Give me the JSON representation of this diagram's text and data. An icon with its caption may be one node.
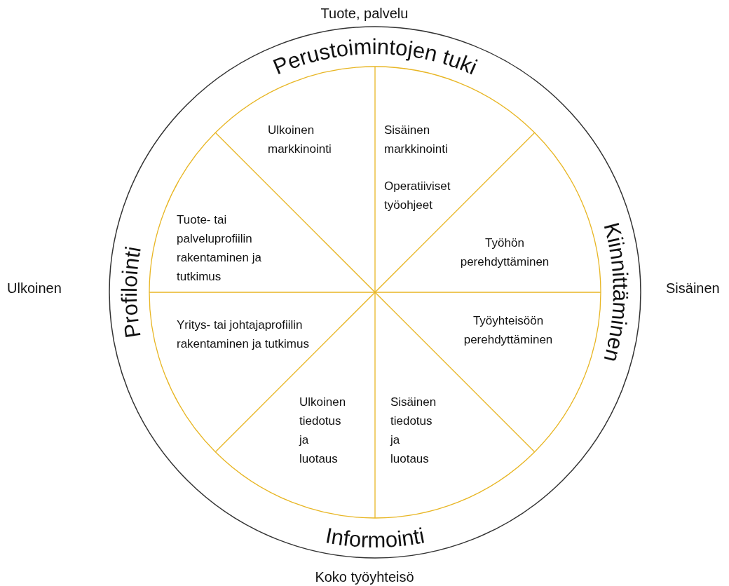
{
  "diagram": {
    "nodes": [
      {
        "text": [
          "Perustoimintojen tuki",
          "Kiinnittäminen",
          "Informointi",
          "Profilointi"
        ]
      },
      {
        "text": [
          "Ulkoinen markkinointi"
        ],
        "in": 0
      },
      {
        "text": [
          "Sisäinen markkinointi",
          "Operatiiviset työohjeet"
        ],
        "in": 0
      },
      {
        "text": [
          "Työhön perehdyttäminen"
        ],
        "in": 0
      },
      {
        "text": [
          "Työyhteisöön perehdyttäminen"
        ],
        "in": 0
      },
      {
        "text": [
          "Sisäinen tiedotus ja luotaus"
        ],
        "in": 0
      },
      {
        "text": [
          "Ulkoinen tiedotus ja luotaus"
        ],
        "in": 0
      },
      {
        "text": [
          "Yritys- tai johtajaprofiilin rakentaminen ja tutkimus"
        ],
        "in": 0
      },
      {
        "text": [
          "Tuote- tai palveluprofiilin rakentaminen ja tutkimus"
        ],
        "in": 0
      }
    ],
    "edges": [],
    "labels": [
      "Tuote, palvelu",
      "Ulkoinen",
      "Sisäinen",
      "Koko työyhteisö"
    ]
  }
}
